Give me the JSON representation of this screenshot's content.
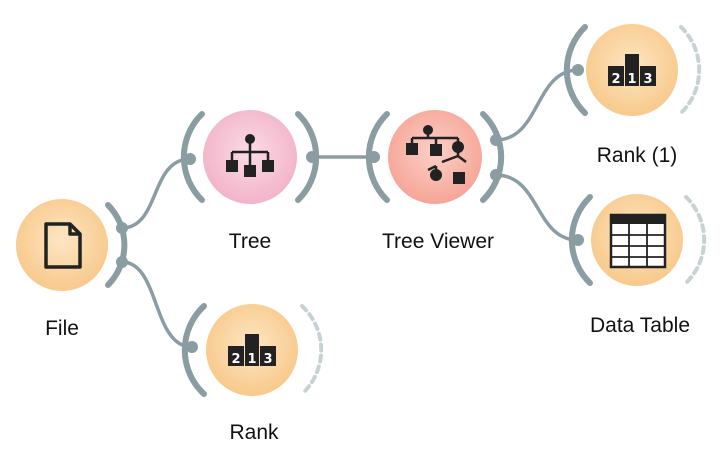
{
  "canvas": {
    "widgets": [
      {
        "id": "file",
        "label": "File",
        "icon": "file-icon",
        "style": "data"
      },
      {
        "id": "tree",
        "label": "Tree",
        "icon": "tree-icon",
        "style": "model"
      },
      {
        "id": "tree-viewer",
        "label": "Tree Viewer",
        "icon": "tree-viewer-icon",
        "style": "visualize"
      },
      {
        "id": "rank",
        "label": "Rank",
        "icon": "rank-icon",
        "style": "data"
      },
      {
        "id": "rank-1",
        "label": "Rank (1)",
        "icon": "rank-icon",
        "style": "data"
      },
      {
        "id": "data-table",
        "label": "Data Table",
        "icon": "data-table-icon",
        "style": "data"
      }
    ],
    "links": [
      {
        "from": "file",
        "to": "tree"
      },
      {
        "from": "file",
        "to": "rank"
      },
      {
        "from": "tree",
        "to": "tree-viewer"
      },
      {
        "from": "tree-viewer",
        "to": "rank-1"
      },
      {
        "from": "tree-viewer",
        "to": "data-table"
      }
    ]
  },
  "colors": {
    "data_fill": "#fbd8a8",
    "data_ring": "#f6c98d",
    "model_fill": "#f7c6d6",
    "model_ring": "#efaec4",
    "visualize_fill": "#fbb9ae",
    "visualize_ring": "#f5a193",
    "channel": "#8a9da3",
    "icon": "#222222"
  }
}
